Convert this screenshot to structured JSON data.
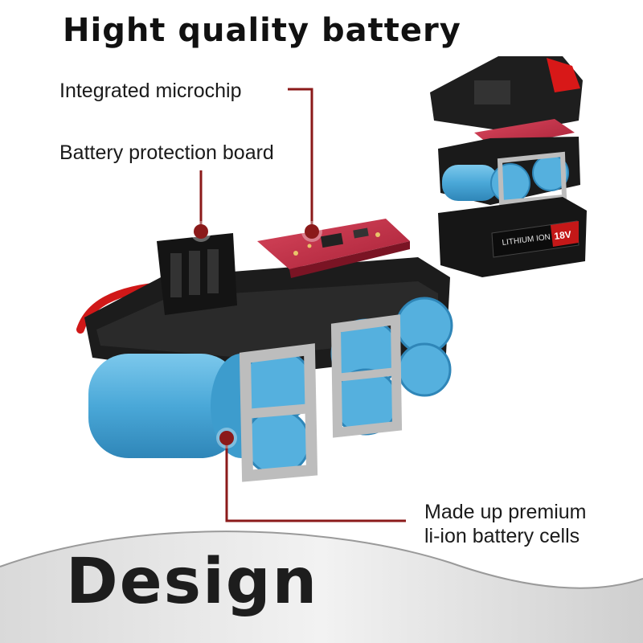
{
  "header": {
    "title": "Hight quality battery"
  },
  "callouts": {
    "microchip": "Integrated microchip",
    "protection_board": "Battery protection board",
    "cells_line1": "Made up premium",
    "cells_line2": "li-ion battery cells"
  },
  "product": {
    "badge_brand": "LITHIUM ION",
    "badge_voltage": "18V"
  },
  "footer": {
    "word": "Design"
  },
  "colors": {
    "accent": "#8b1a1a",
    "cell_blue": "#5ab4e0",
    "housing": "#1c1c1c",
    "pcb": "#c8324a"
  }
}
